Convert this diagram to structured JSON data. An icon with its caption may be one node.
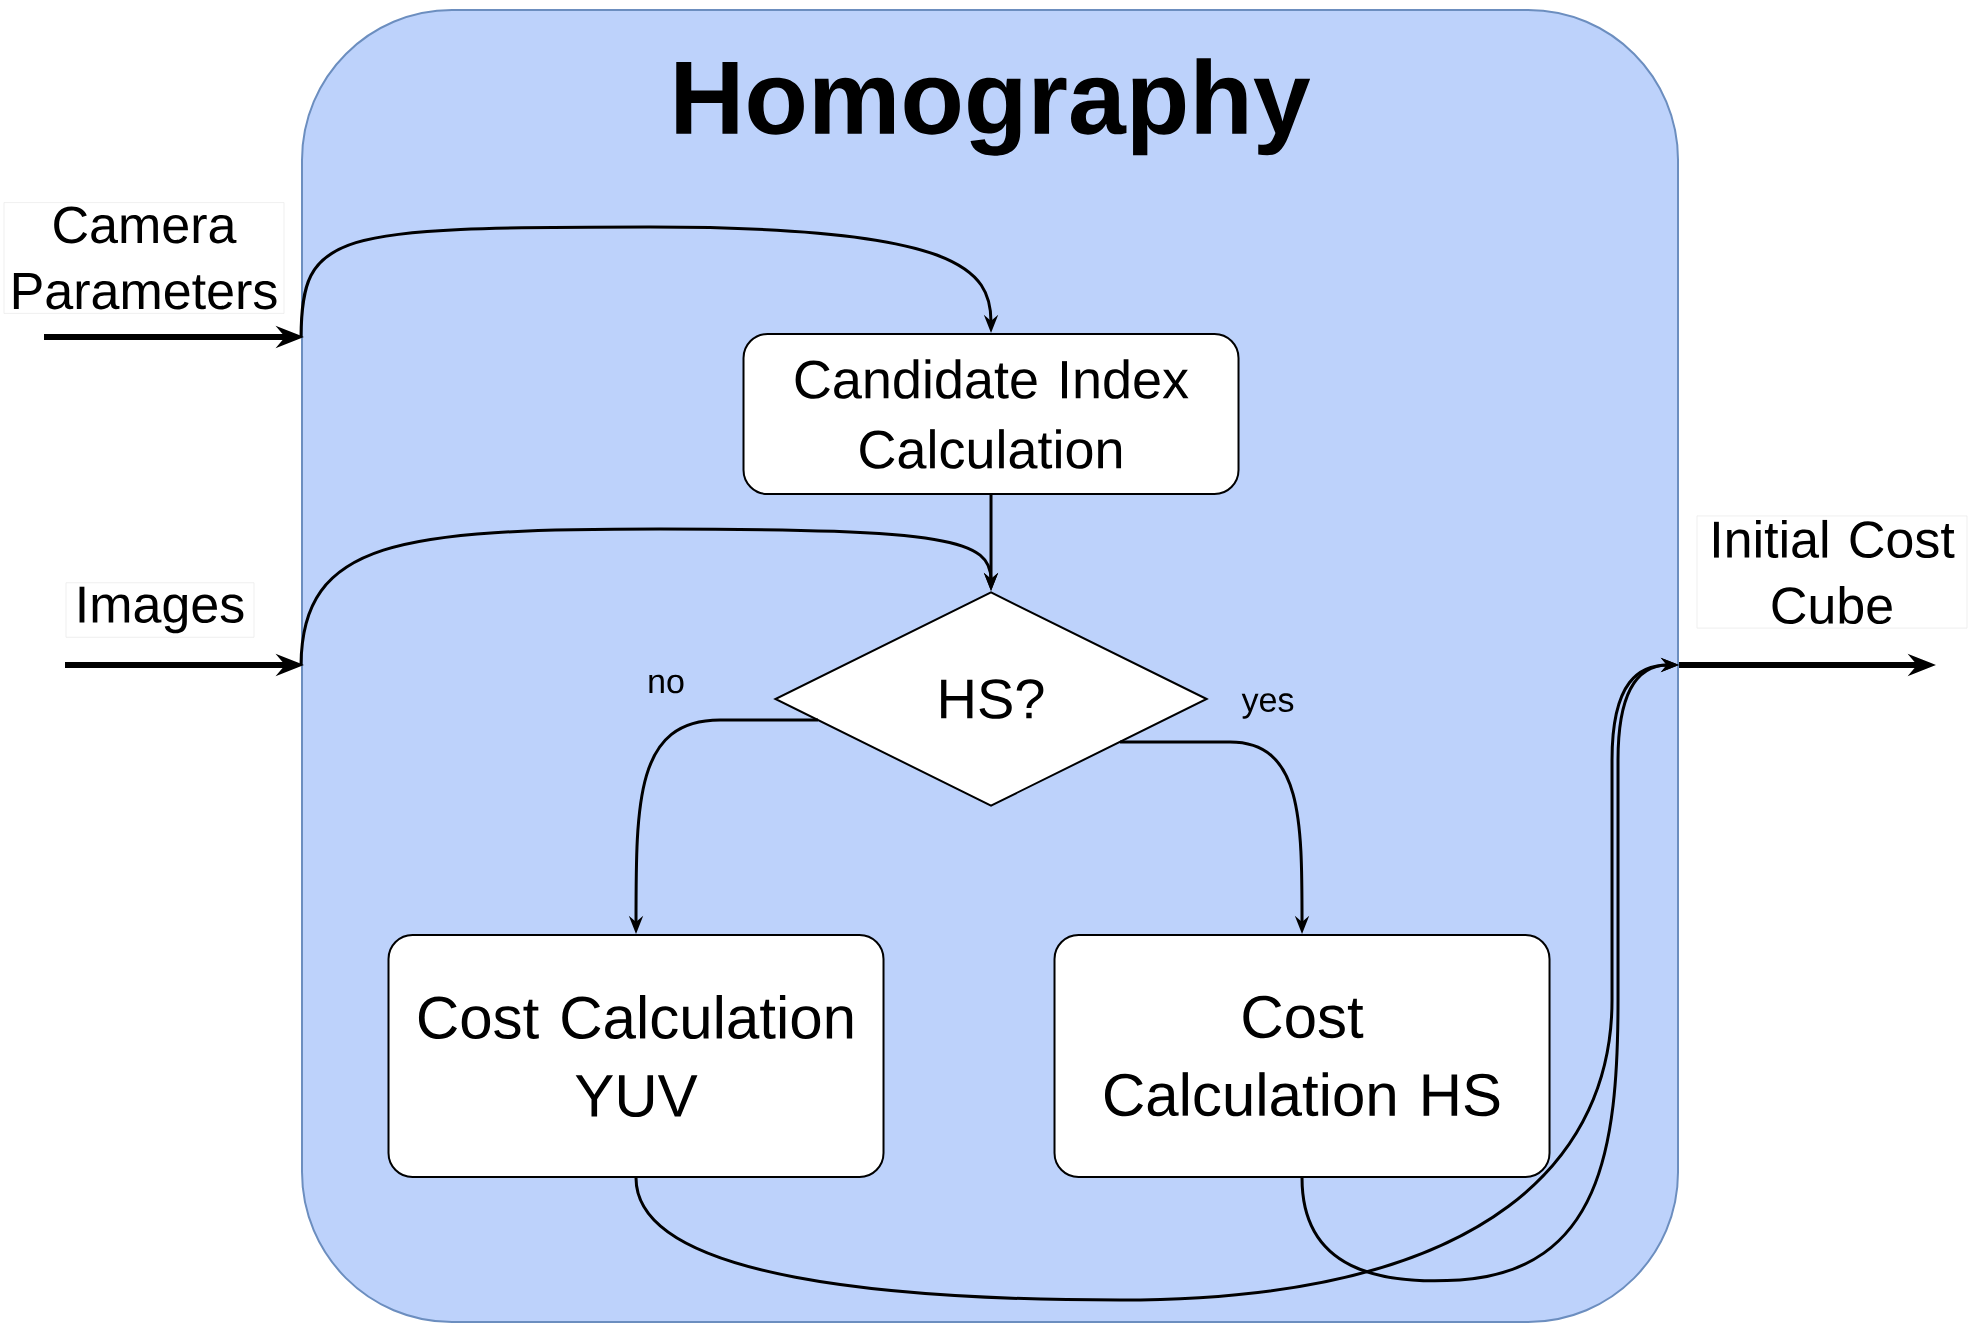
{
  "diagram": {
    "nodes": [
      {
        "text": [
          "Homography"
        ]
      },
      {
        "text": [
          "Camera Parameters"
        ]
      },
      {
        "text": [
          "Images"
        ]
      },
      {
        "text": [
          "Candidate Index Calculation"
        ],
        "in": 0
      },
      {
        "text": [
          "HS?"
        ],
        "in": 0
      },
      {
        "text": [
          "Cost Calculation YUV"
        ],
        "in": 0
      },
      {
        "text": [
          "Cost Calculation HS"
        ],
        "in": 0
      },
      {
        "text": [
          "Initial Cost Cube"
        ]
      }
    ],
    "edges": [
      {
        "from": 1,
        "to": 0,
        "arrow": "to",
        "style": "thick"
      },
      {
        "from": 0,
        "to": 3,
        "arrow": "to"
      },
      {
        "from": 2,
        "to": 0,
        "arrow": "to",
        "style": "thick"
      },
      {
        "from": 0,
        "to": 4,
        "arrow": "to"
      },
      {
        "from": 3,
        "to": 4,
        "arrow": "to"
      },
      {
        "from": 4,
        "to": 5,
        "arrow": "to",
        "label": "no"
      },
      {
        "from": 4,
        "to": 6,
        "arrow": "to",
        "label": "yes"
      },
      {
        "from": 5,
        "to": 0,
        "arrow": "to"
      },
      {
        "from": 6,
        "to": 0,
        "arrow": "to"
      },
      {
        "from": 0,
        "to": 7,
        "arrow": "to",
        "style": "thick"
      }
    ]
  }
}
